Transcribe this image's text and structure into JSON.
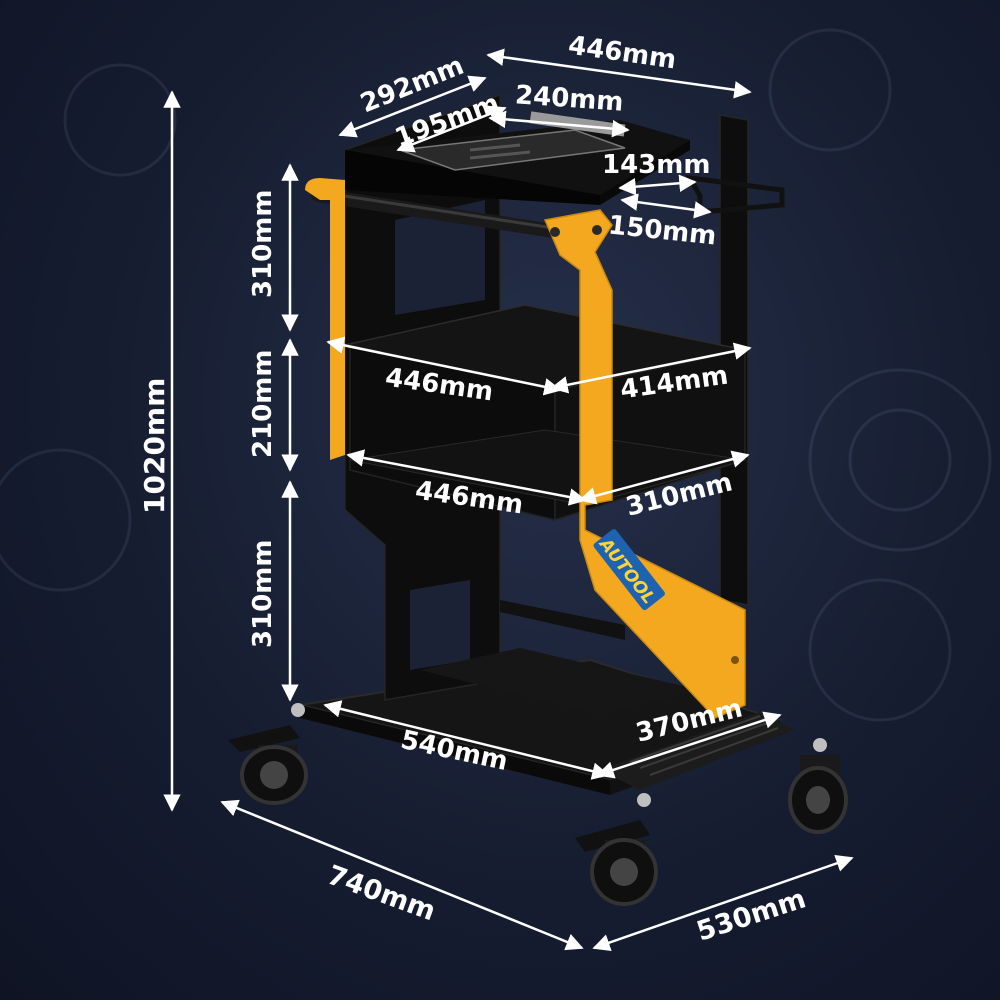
{
  "brand": "AUTOOL",
  "colors": {
    "background": "#1a2138",
    "frame": "#0d0d0d",
    "accent": "#f3a81f",
    "dimension": "#ffffff",
    "logo": "#1e63b0"
  },
  "dimensions": {
    "total_height": "1020mm",
    "tier_top_height": "310mm",
    "tier_mid_height": "210mm",
    "tier_bottom_height": "310mm",
    "top_width": "446mm",
    "top_depth": "292mm",
    "tray_width": "240mm",
    "tray_depth": "195mm",
    "holder_depth": "143mm",
    "holder_width": "150mm",
    "shelf1_width": "446mm",
    "shelf1_depth": "414mm",
    "shelf2_width": "446mm",
    "shelf2_depth": "310mm",
    "base_width": "540mm",
    "step_depth": "370mm",
    "overall_length": "740mm",
    "overall_depth": "530mm"
  }
}
